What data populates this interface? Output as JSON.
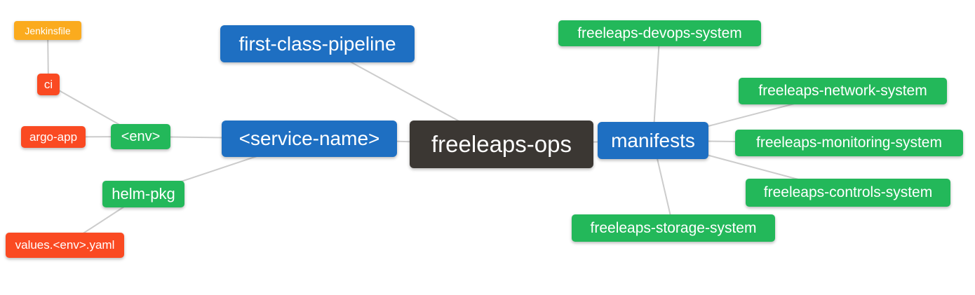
{
  "diagram": {
    "type": "mindmap",
    "root_label": "freeleaps-ops",
    "colors": {
      "background": "#ffffff",
      "root_node": "#3b3733",
      "level1_node": "#1e6fc2",
      "level2_node": "#23b85a",
      "level3_node": "#fa4a22",
      "level4_node": "#fbab1e",
      "edge": "#cccccc",
      "node_text": "#ffffff"
    },
    "nodes": [
      {
        "id": "jenkinsfile",
        "label": "Jenkinsfile",
        "level": 4
      },
      {
        "id": "ci",
        "label": "ci",
        "level": 3
      },
      {
        "id": "argo-app",
        "label": "argo-app",
        "level": 3
      },
      {
        "id": "env",
        "label": "<env>",
        "level": 2
      },
      {
        "id": "helm-pkg",
        "label": "helm-pkg",
        "level": 2
      },
      {
        "id": "values-env-yaml",
        "label": "values.<env>.yaml",
        "level": 3
      },
      {
        "id": "first-class-pipeline",
        "label": "first-class-pipeline",
        "level": 1
      },
      {
        "id": "service-name",
        "label": "<service-name>",
        "level": 1
      },
      {
        "id": "freeleaps-ops",
        "label": "freeleaps-ops",
        "level": 0
      },
      {
        "id": "manifests",
        "label": "manifests",
        "level": 1
      },
      {
        "id": "freeleaps-devops-system",
        "label": "freeleaps-devops-system",
        "level": 2
      },
      {
        "id": "freeleaps-network-system",
        "label": "freeleaps-network-system",
        "level": 2
      },
      {
        "id": "freeleaps-monitoring-system",
        "label": "freeleaps-monitoring-system",
        "level": 2
      },
      {
        "id": "freeleaps-controls-system",
        "label": "freeleaps-controls-system",
        "level": 2
      },
      {
        "id": "freeleaps-storage-system",
        "label": "freeleaps-storage-system",
        "level": 2
      }
    ],
    "edges": [
      {
        "from": "jenkinsfile",
        "to": "ci"
      },
      {
        "from": "ci",
        "to": "env"
      },
      {
        "from": "argo-app",
        "to": "env"
      },
      {
        "from": "env",
        "to": "service-name"
      },
      {
        "from": "helm-pkg",
        "to": "service-name"
      },
      {
        "from": "values-env-yaml",
        "to": "helm-pkg"
      },
      {
        "from": "first-class-pipeline",
        "to": "freeleaps-ops"
      },
      {
        "from": "service-name",
        "to": "freeleaps-ops"
      },
      {
        "from": "freeleaps-ops",
        "to": "manifests"
      },
      {
        "from": "manifests",
        "to": "freeleaps-devops-system"
      },
      {
        "from": "manifests",
        "to": "freeleaps-network-system"
      },
      {
        "from": "manifests",
        "to": "freeleaps-monitoring-system"
      },
      {
        "from": "manifests",
        "to": "freeleaps-controls-system"
      },
      {
        "from": "manifests",
        "to": "freeleaps-storage-system"
      }
    ]
  }
}
